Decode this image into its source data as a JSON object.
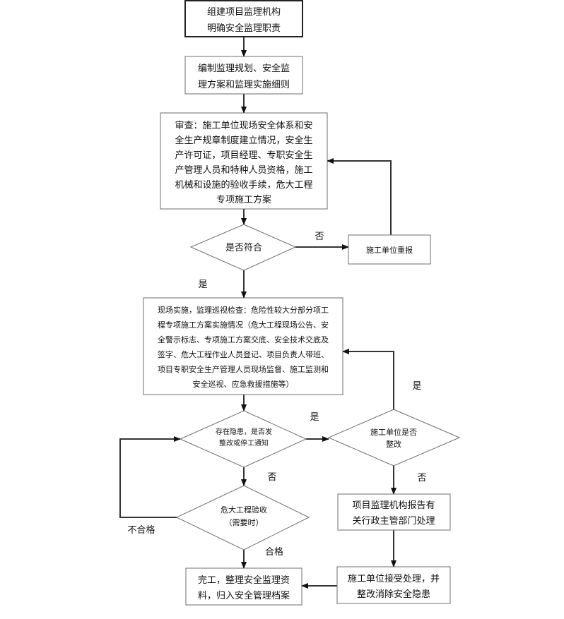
{
  "nodes": {
    "setup": [
      "组建项目监理机构",
      "明确安全监理职责"
    ],
    "plan": [
      "编制监理规划、安全监",
      "理方案和监理实施细则"
    ],
    "review": [
      "审查：施工单位现场安全体系和安",
      "全生产规章制度建立情况，安全生",
      "产许可证，项目经理、专职安全生",
      "产管理人员和特种人员资格，施工",
      "机械和设施的验收手续，危大工程",
      "专项施工方案"
    ],
    "comply_decision": "是否符合",
    "resubmit": "施工单位重报",
    "inspection": [
      "现场实施，监理巡视检查：危险性较大分部分项工",
      "程专项施工方案实施情况（危大工程现场公告、安",
      "全警示标志、专项施工方案交底、安全技术交底及",
      "签字、危大工程作业人员登记、项目负责人带班、",
      "项目专职安全生产管理人员现场监督、施工监测和",
      "安全巡视、应急救援措施等）"
    ],
    "hazard_decision": [
      "存在隐患，是否发",
      "整改或停工通知"
    ],
    "rectify_decision": [
      "施工单位是否",
      "整改"
    ],
    "acceptance_decision": [
      "危大工程验收",
      "（需要时）"
    ],
    "report": [
      "项目监理机构报告有",
      "关行政主管部门处理"
    ],
    "accept_handling": [
      "施工单位接受处理，并",
      "整改消除安全隐患"
    ],
    "complete": [
      "完工，整理安全监理资",
      "料，归入安全管理档案"
    ]
  },
  "labels": {
    "no_comply": "否",
    "yes_comply": "是",
    "yes_hazard": "是",
    "yes_rectify": "是",
    "no_hazard": "否",
    "no_rectify": "否",
    "fail": "不合格",
    "pass": "合格"
  }
}
